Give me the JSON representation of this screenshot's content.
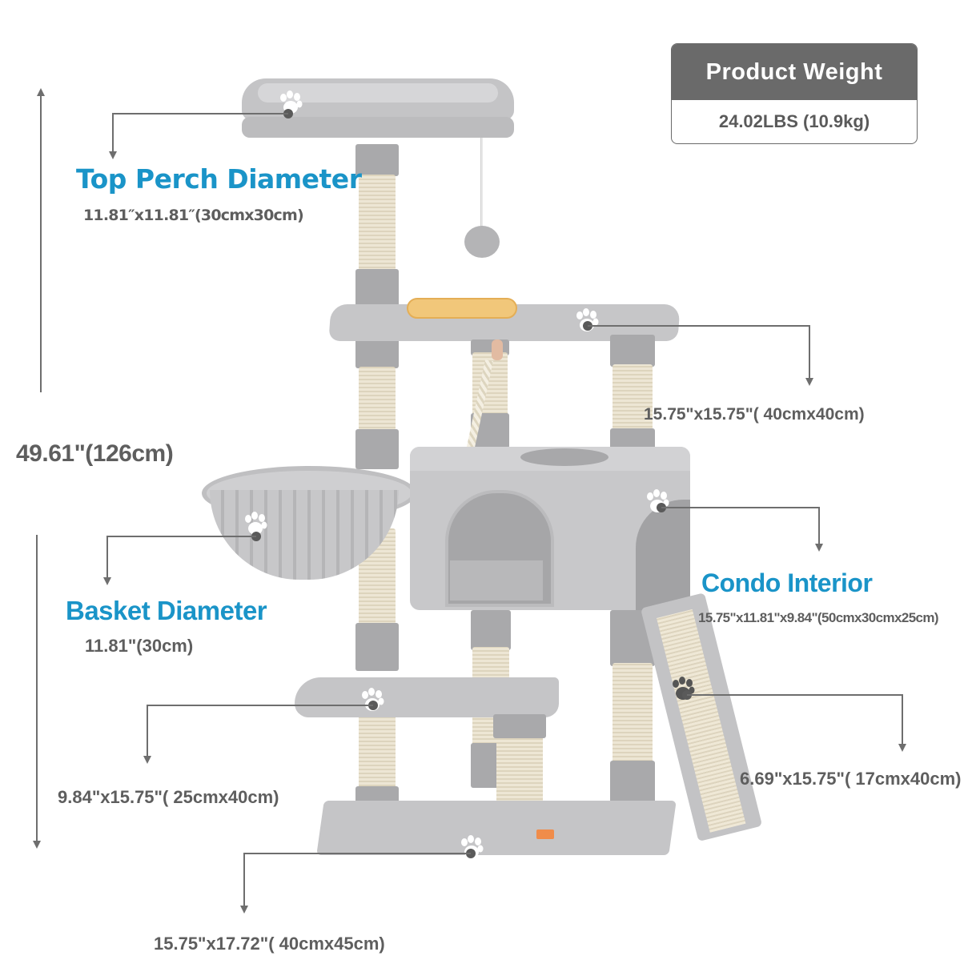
{
  "product_weight": {
    "label": "Product  Weight",
    "value": "24.02LBS (10.9kg)"
  },
  "total_height": {
    "label": "49.61\"(126cm)"
  },
  "callouts": {
    "top_perch": {
      "title": "Top Perch Diameter",
      "dimension": "11.81″x11.81″(30cmx30cm)"
    },
    "middle_platform": {
      "dimension": "15.75\"x15.75\"( 40cmx40cm)"
    },
    "basket": {
      "title": "Basket Diameter",
      "dimension": "11.81\"(30cm)"
    },
    "condo": {
      "title": "Condo Interior",
      "dimension": "15.75\"x11.81\"x9.84\"(50cmx30cmx25cm)"
    },
    "step_platform": {
      "dimension": "9.84\"x15.75\"( 25cmx40cm)"
    },
    "scratch_ramp": {
      "dimension": "6.69\"x15.75\"( 17cmx40cm)"
    },
    "base": {
      "dimension": "15.75\"x17.72\"( 40cmx45cm)"
    }
  },
  "colors": {
    "accent_blue": "#1a94c8",
    "text_gray": "#5e5e5e",
    "header_gray": "#6a6a6a",
    "fur_gray": "#c9c9cb",
    "sisal": "#ede6d4"
  },
  "icons": [
    "paw-icon",
    "arrow-up-icon",
    "arrow-down-icon"
  ]
}
